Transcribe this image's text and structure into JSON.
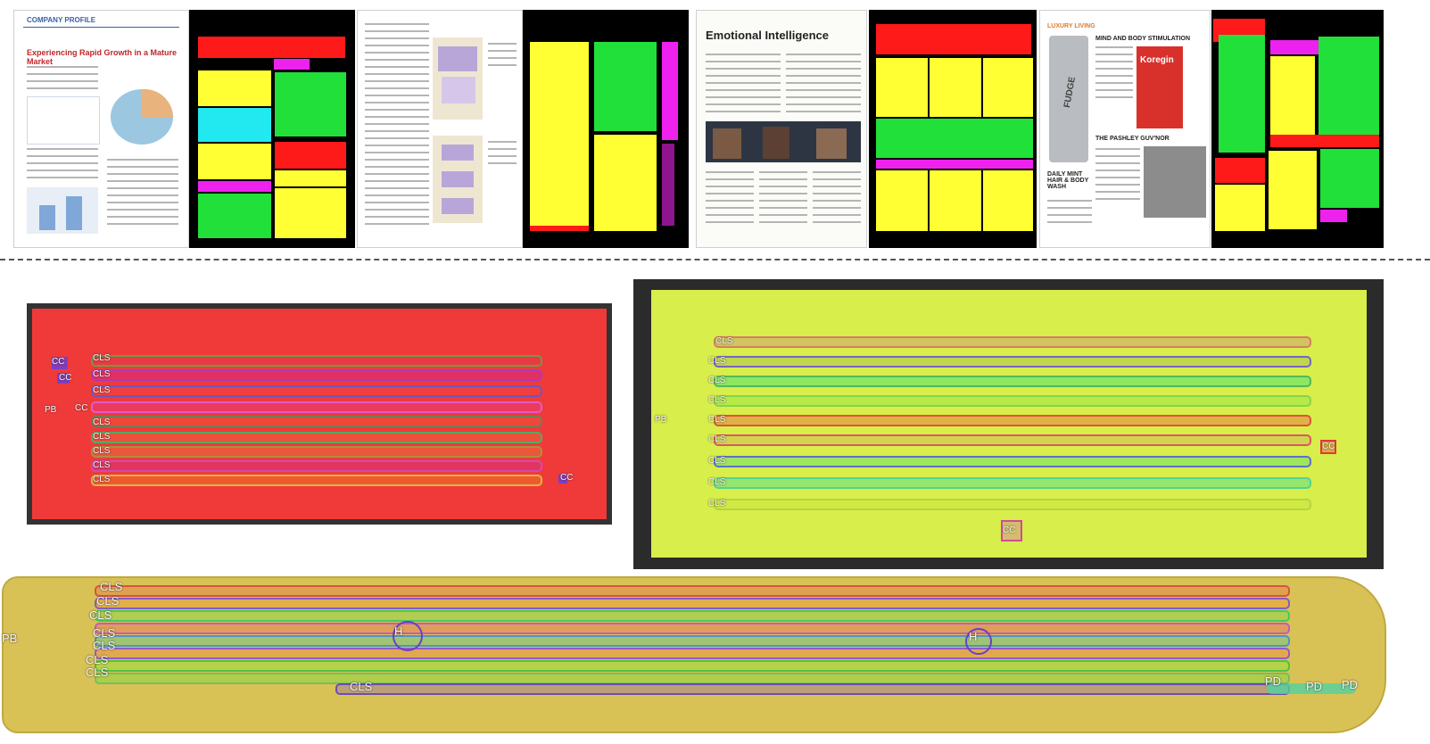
{
  "magazine_pages": {
    "page1": {
      "header": "COMPANY PROFILE",
      "title": "Experiencing Rapid Growth in a Mature Market"
    },
    "page3": {
      "title": "Emotional Intelligence"
    },
    "page4": {
      "kicker": "LUXURY LIVING",
      "headline1": "MIND AND BODY STIMULATION",
      "product1": "FUDGE",
      "product2": "Koregin",
      "headline2": "THE PASHLEY GUV'NOR",
      "headline3": "DAILY MINT HAIR & BODY WASH"
    }
  },
  "manuscripts": {
    "labels": {
      "text_line": "CLS",
      "page_boundary": "PB",
      "character_component": "CC",
      "hole": "H",
      "physical_degradation": "PD"
    }
  },
  "colors": {
    "mask_red": "#ff1a1a",
    "mask_yellow": "#ffff33",
    "mask_green": "#22e03a",
    "mask_cyan": "#22e8f0",
    "mask_magenta": "#ee22ee",
    "leaf1_tint": "#f03a3a",
    "leaf2_tint": "#d8ee4a",
    "leaf3_tint": "#d9c255"
  }
}
